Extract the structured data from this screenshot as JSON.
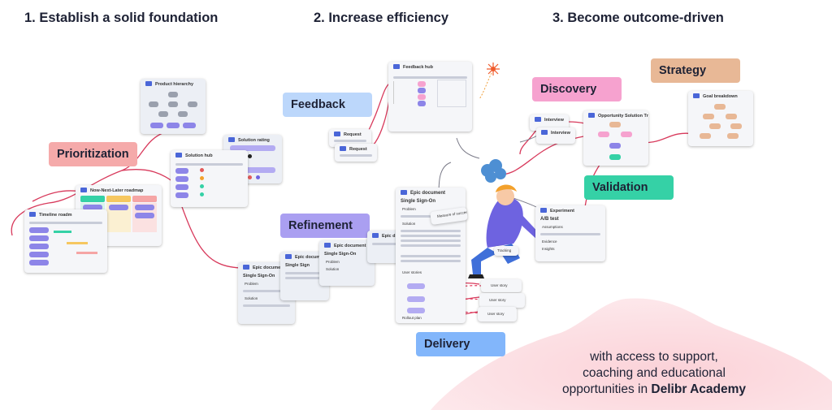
{
  "headings": [
    "1. Establish a solid foundation",
    "2. Increase efficiency",
    "3. Become outcome-driven"
  ],
  "tags": {
    "prioritization": "Prioritization",
    "feedback": "Feedback",
    "refinement": "Refinement",
    "delivery": "Delivery",
    "discovery": "Discovery",
    "strategy": "Strategy",
    "validation": "Validation"
  },
  "cards": {
    "product_hierarchy": "Product hierarchy",
    "solution_rating": "Solution rating",
    "solution_hub": "Solution hub",
    "now_next_later": "Now-Next-Later roadmap",
    "timeline": "Timeline roadm",
    "feedback_hub": "Feedback hub",
    "request": "Request",
    "epic": "Epic document",
    "epic_short": "Epic docum",
    "epic_tiny": "Epic d",
    "single_sign_on": "Single Sign-On",
    "single_sign": "Single Sign",
    "problem": "Problem",
    "solution": "Solution",
    "user_stories": "User stories",
    "user_story": "User story",
    "rollout": "Rollout plan",
    "interview": "Interview",
    "ost": "Opportunity Solution Tree",
    "goal_breakdown": "Goal breakdown",
    "experiment": "Experiment",
    "ab_test": "A/B test",
    "assumptions": "Assumptions",
    "evidence": "Evidence",
    "insights": "Insights",
    "measure": "Measure of success",
    "tracking": "Tracking"
  },
  "colors": {
    "prioritization": "#f5aaaa",
    "feedback": "#bcd7fb",
    "refinement": "#aa9ff1",
    "delivery": "#82b6fb",
    "discovery": "#f6a2cf",
    "strategy": "#e8b896",
    "validation": "#35d1a6",
    "wire": "#d83a5c",
    "pill": "#8d85e8"
  },
  "footer": {
    "line1": "with access to support,",
    "line2": "coaching and educational",
    "line3_prefix": "opportunities in ",
    "line3_bold": "Delibr Academy"
  }
}
